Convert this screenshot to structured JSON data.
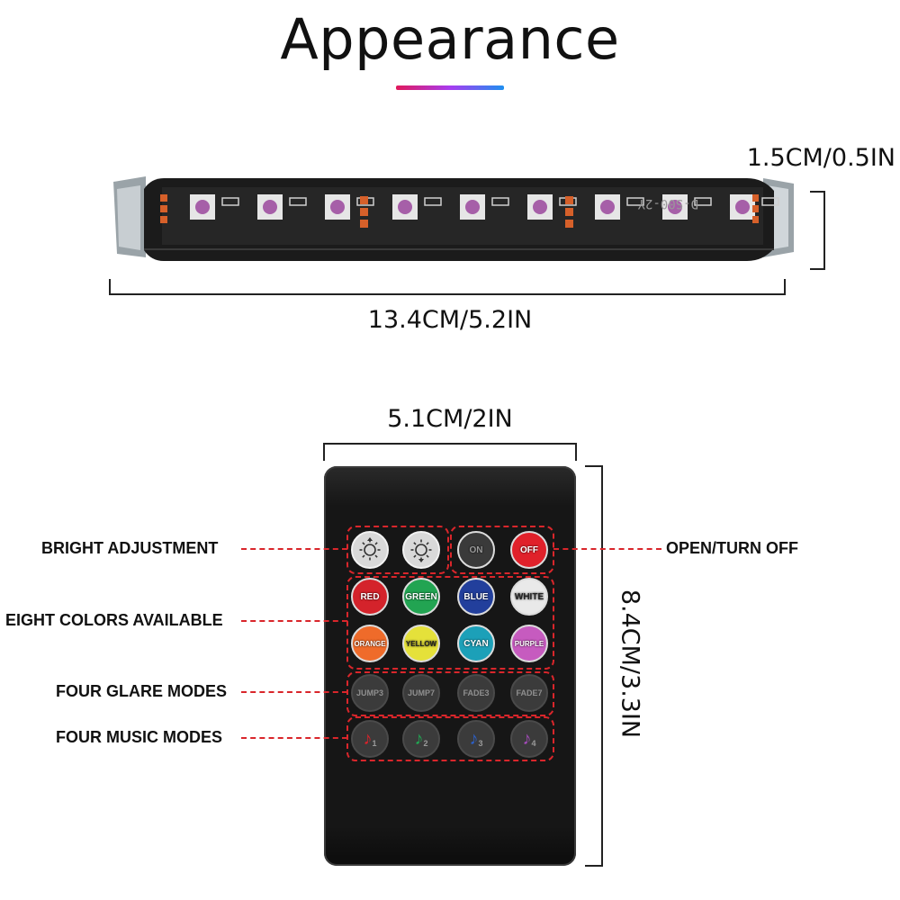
{
  "title": "Appearance",
  "title_gradient": [
    "#e0195b",
    "#a83cf0",
    "#1e8ff0"
  ],
  "strip": {
    "length_label": "13.4CM/5.2IN",
    "height_label": "1.5CM/0.5IN",
    "pcb_print": "D-S00-2Y",
    "led_count": 9,
    "body_color": "#1b1b1b",
    "pad_color": "#d6602a"
  },
  "remote": {
    "width_label": "5.1CM/2IN",
    "height_label": "8.4CM/3.3IN",
    "body_color": "#161616",
    "brightness_buttons": [
      {
        "name": "brightness-up-icon"
      },
      {
        "name": "brightness-down-icon"
      }
    ],
    "power_buttons": [
      {
        "label": "ON",
        "color": "#3a3a3a"
      },
      {
        "label": "OFF",
        "color": "#e0212a"
      }
    ],
    "color_buttons": [
      {
        "label": "RED",
        "color": "#d4232b"
      },
      {
        "label": "GREEN",
        "color": "#22a452"
      },
      {
        "label": "BLUE",
        "color": "#223f9c"
      },
      {
        "label": "WHITE",
        "color": "#e9e9e9"
      },
      {
        "label": "ORANGE",
        "color": "#ef6b2a"
      },
      {
        "label": "YELLOW",
        "color": "#e5e13a"
      },
      {
        "label": "CYAN",
        "color": "#1ca0b8"
      },
      {
        "label": "PURPLE",
        "color": "#c65bbf"
      }
    ],
    "glare_buttons": [
      {
        "label": "JUMP3"
      },
      {
        "label": "JUMP7"
      },
      {
        "label": "FADE3"
      },
      {
        "label": "FADE7"
      }
    ],
    "music_buttons": [
      {
        "label": "1",
        "note_color": "#d4232b"
      },
      {
        "label": "2",
        "note_color": "#22a452"
      },
      {
        "label": "3",
        "note_color": "#2d5fc4"
      },
      {
        "label": "4",
        "note_color": "#a04bb5"
      }
    ]
  },
  "callouts": {
    "bright": "BRIGHT ADJUSTMENT",
    "colors": "EIGHT COLORS AVAILABLE",
    "glare": "FOUR GLARE MODES",
    "music": "FOUR MUSIC MODES",
    "power": "OPEN/TURN OFF"
  }
}
